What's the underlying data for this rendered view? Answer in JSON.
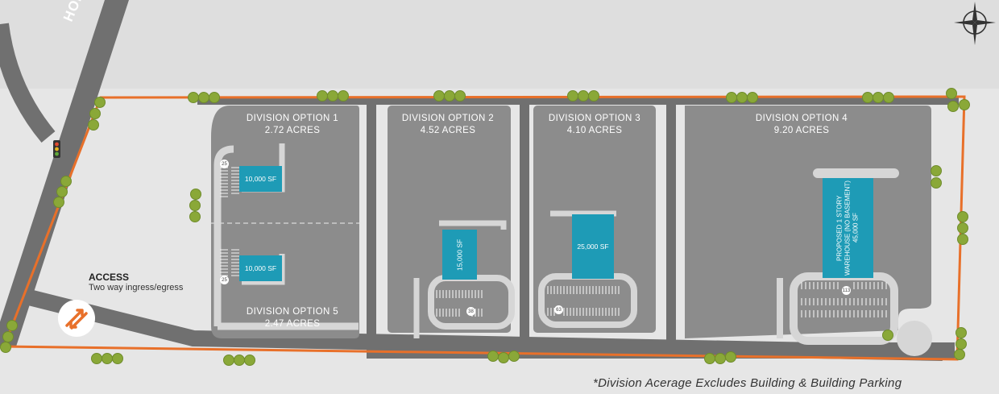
{
  "road": {
    "name": "HORSEBLOCK R"
  },
  "access": {
    "title": "ACCESS",
    "subtitle": "Two way ingress/egress"
  },
  "divisions": {
    "d1": {
      "name": "DIVISION OPTION 1",
      "acres": "2.72 ACRES"
    },
    "d2": {
      "name": "DIVISION OPTION 2",
      "acres": "4.52 ACRES"
    },
    "d3": {
      "name": "DIVISION OPTION 3",
      "acres": "4.10 ACRES"
    },
    "d4": {
      "name": "DIVISION OPTION 4",
      "acres": "9.20 ACRES"
    },
    "d5": {
      "name": "DIVISION OPTION 5",
      "acres": "2.47 ACRES"
    }
  },
  "buildings": {
    "b1": "10,000 SF",
    "b5": "10,000 SF",
    "b2": "15,000 SF",
    "b3": "25,000 SF",
    "b4": "PROPOSED 1 STORY WAREHOUSE (NO BASEMENT) 45,000 SF"
  },
  "parking": {
    "p1": "25",
    "p5": "25",
    "p2": "38",
    "p3": "63",
    "p4": "113"
  },
  "footnote": "*Division Acerage Excludes Building & Building Parking",
  "colors": {
    "road": "#707070",
    "lot": "#8c8c8c",
    "building": "#1e9bb6",
    "boundary": "#e8702a",
    "tree": "#8aa838",
    "background": "#e6e6e6"
  },
  "icons": [
    "compass-rose-icon",
    "traffic-light-icon",
    "access-arrows-icon",
    "tree-icon"
  ]
}
